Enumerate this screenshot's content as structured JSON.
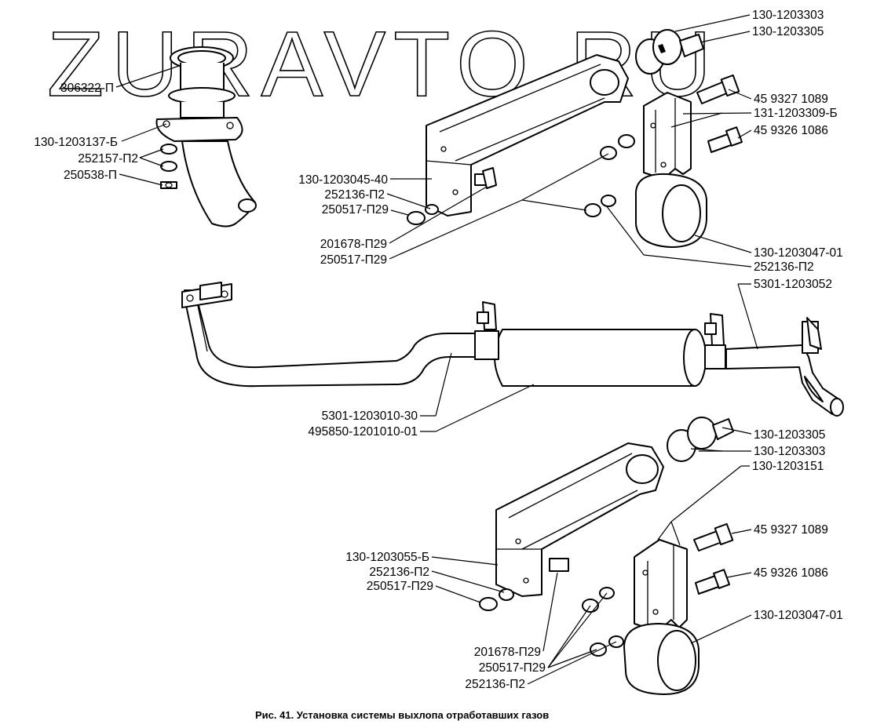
{
  "watermark": "ZURAVTO.RU",
  "caption": "Рис. 41. Установка системы выхлопа отработавших газов",
  "labels": {
    "l_306322": "306322-П",
    "l_130_1203137": "130-1203137-Б",
    "l_252157": "252157-П2",
    "l_250538": "250538-П",
    "l_130_1203045": "130-1203045-40",
    "l_252136_a": "252136-П2",
    "l_250517_a": "250517-П29",
    "l_201678_a": "201678-П29",
    "l_250517_b": "250517-П29",
    "l_130_1203303_a": "130-1203303",
    "l_130_1203305_a": "130-1203305",
    "l_45_9327_a": "45 9327 1089",
    "l_131_1203309": "131-1203309-Б",
    "l_45_9326_a": "45 9326 1086",
    "l_130_1203047_a": "130-1203047-01",
    "l_252136_b": "252136-П2",
    "l_5301_1203052": "5301-1203052",
    "l_5301_1203010": "5301-1203010-30",
    "l_495850": "495850-1201010-01",
    "l_130_1203305_b": "130-1203305",
    "l_130_1203303_b": "130-1203303",
    "l_130_1203151": "130-1203151",
    "l_45_9327_b": "45 9327 1089",
    "l_45_9326_b": "45 9326 1086",
    "l_130_1203047_b": "130-1203047-01",
    "l_130_1203055": "130-1203055-Б",
    "l_252136_c": "252136-П2",
    "l_250517_c": "250517-П29",
    "l_201678_b": "201678-П29",
    "l_250517_d": "250517-П29",
    "l_252136_d": "252136-П2"
  }
}
